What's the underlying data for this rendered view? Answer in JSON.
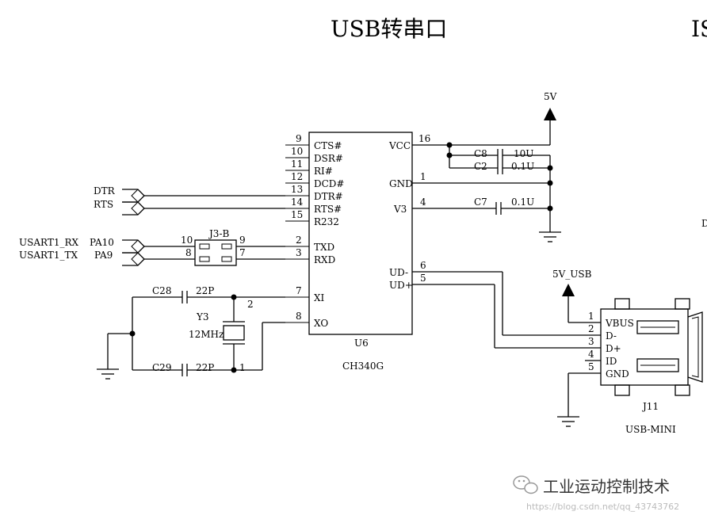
{
  "title": "USB转串口",
  "title_right_fragment": "IS",
  "chip": {
    "ref": "U6",
    "part": "CH340G",
    "left_pins": [
      {
        "num": "9",
        "name": "CTS#"
      },
      {
        "num": "10",
        "name": "DSR#"
      },
      {
        "num": "11",
        "name": "RI#"
      },
      {
        "num": "12",
        "name": "DCD#"
      },
      {
        "num": "13",
        "name": "DTR#"
      },
      {
        "num": "14",
        "name": "RTS#"
      },
      {
        "num": "15",
        "name": "R232"
      },
      {
        "num": "2",
        "name": "TXD"
      },
      {
        "num": "3",
        "name": "RXD"
      },
      {
        "num": "7",
        "name": "XI"
      },
      {
        "num": "8",
        "name": "XO"
      }
    ],
    "right_pins": [
      {
        "num": "16",
        "name": "VCC"
      },
      {
        "num": "1",
        "name": "GND"
      },
      {
        "num": "4",
        "name": "V3"
      },
      {
        "num": "6",
        "name": "UD-"
      },
      {
        "num": "5",
        "name": "UD+"
      }
    ]
  },
  "power": {
    "five_v": "5V",
    "five_v_usb": "5V_USB"
  },
  "capacitors": [
    {
      "ref": "C8",
      "value": "10U"
    },
    {
      "ref": "C2",
      "value": "0.1U"
    },
    {
      "ref": "C7",
      "value": "0.1U"
    },
    {
      "ref": "C28",
      "value": "22P"
    },
    {
      "ref": "C29",
      "value": "22P"
    }
  ],
  "crystal": {
    "ref": "Y3",
    "value": "12MHz",
    "pin_top": "2",
    "pin_bottom": "1"
  },
  "nets": {
    "dtr": "DTR",
    "rts": "RTS",
    "usart_rx": "USART1_RX",
    "usart_tx": "USART1_TX",
    "pa10": "PA10",
    "pa9": "PA9"
  },
  "jumper": {
    "ref": "J3-B",
    "pins": [
      "10",
      "9",
      "8",
      "7"
    ]
  },
  "connector": {
    "ref": "J11",
    "part": "USB-MINI",
    "pins": [
      {
        "num": "1",
        "name": "VBUS"
      },
      {
        "num": "2",
        "name": "D-"
      },
      {
        "num": "3",
        "name": "D+"
      },
      {
        "num": "4",
        "name": "ID"
      },
      {
        "num": "5",
        "name": "GND"
      }
    ]
  },
  "watermark": {
    "text": "工业运动控制技术",
    "url": "https://blog.csdn.net/qq_43743762"
  }
}
